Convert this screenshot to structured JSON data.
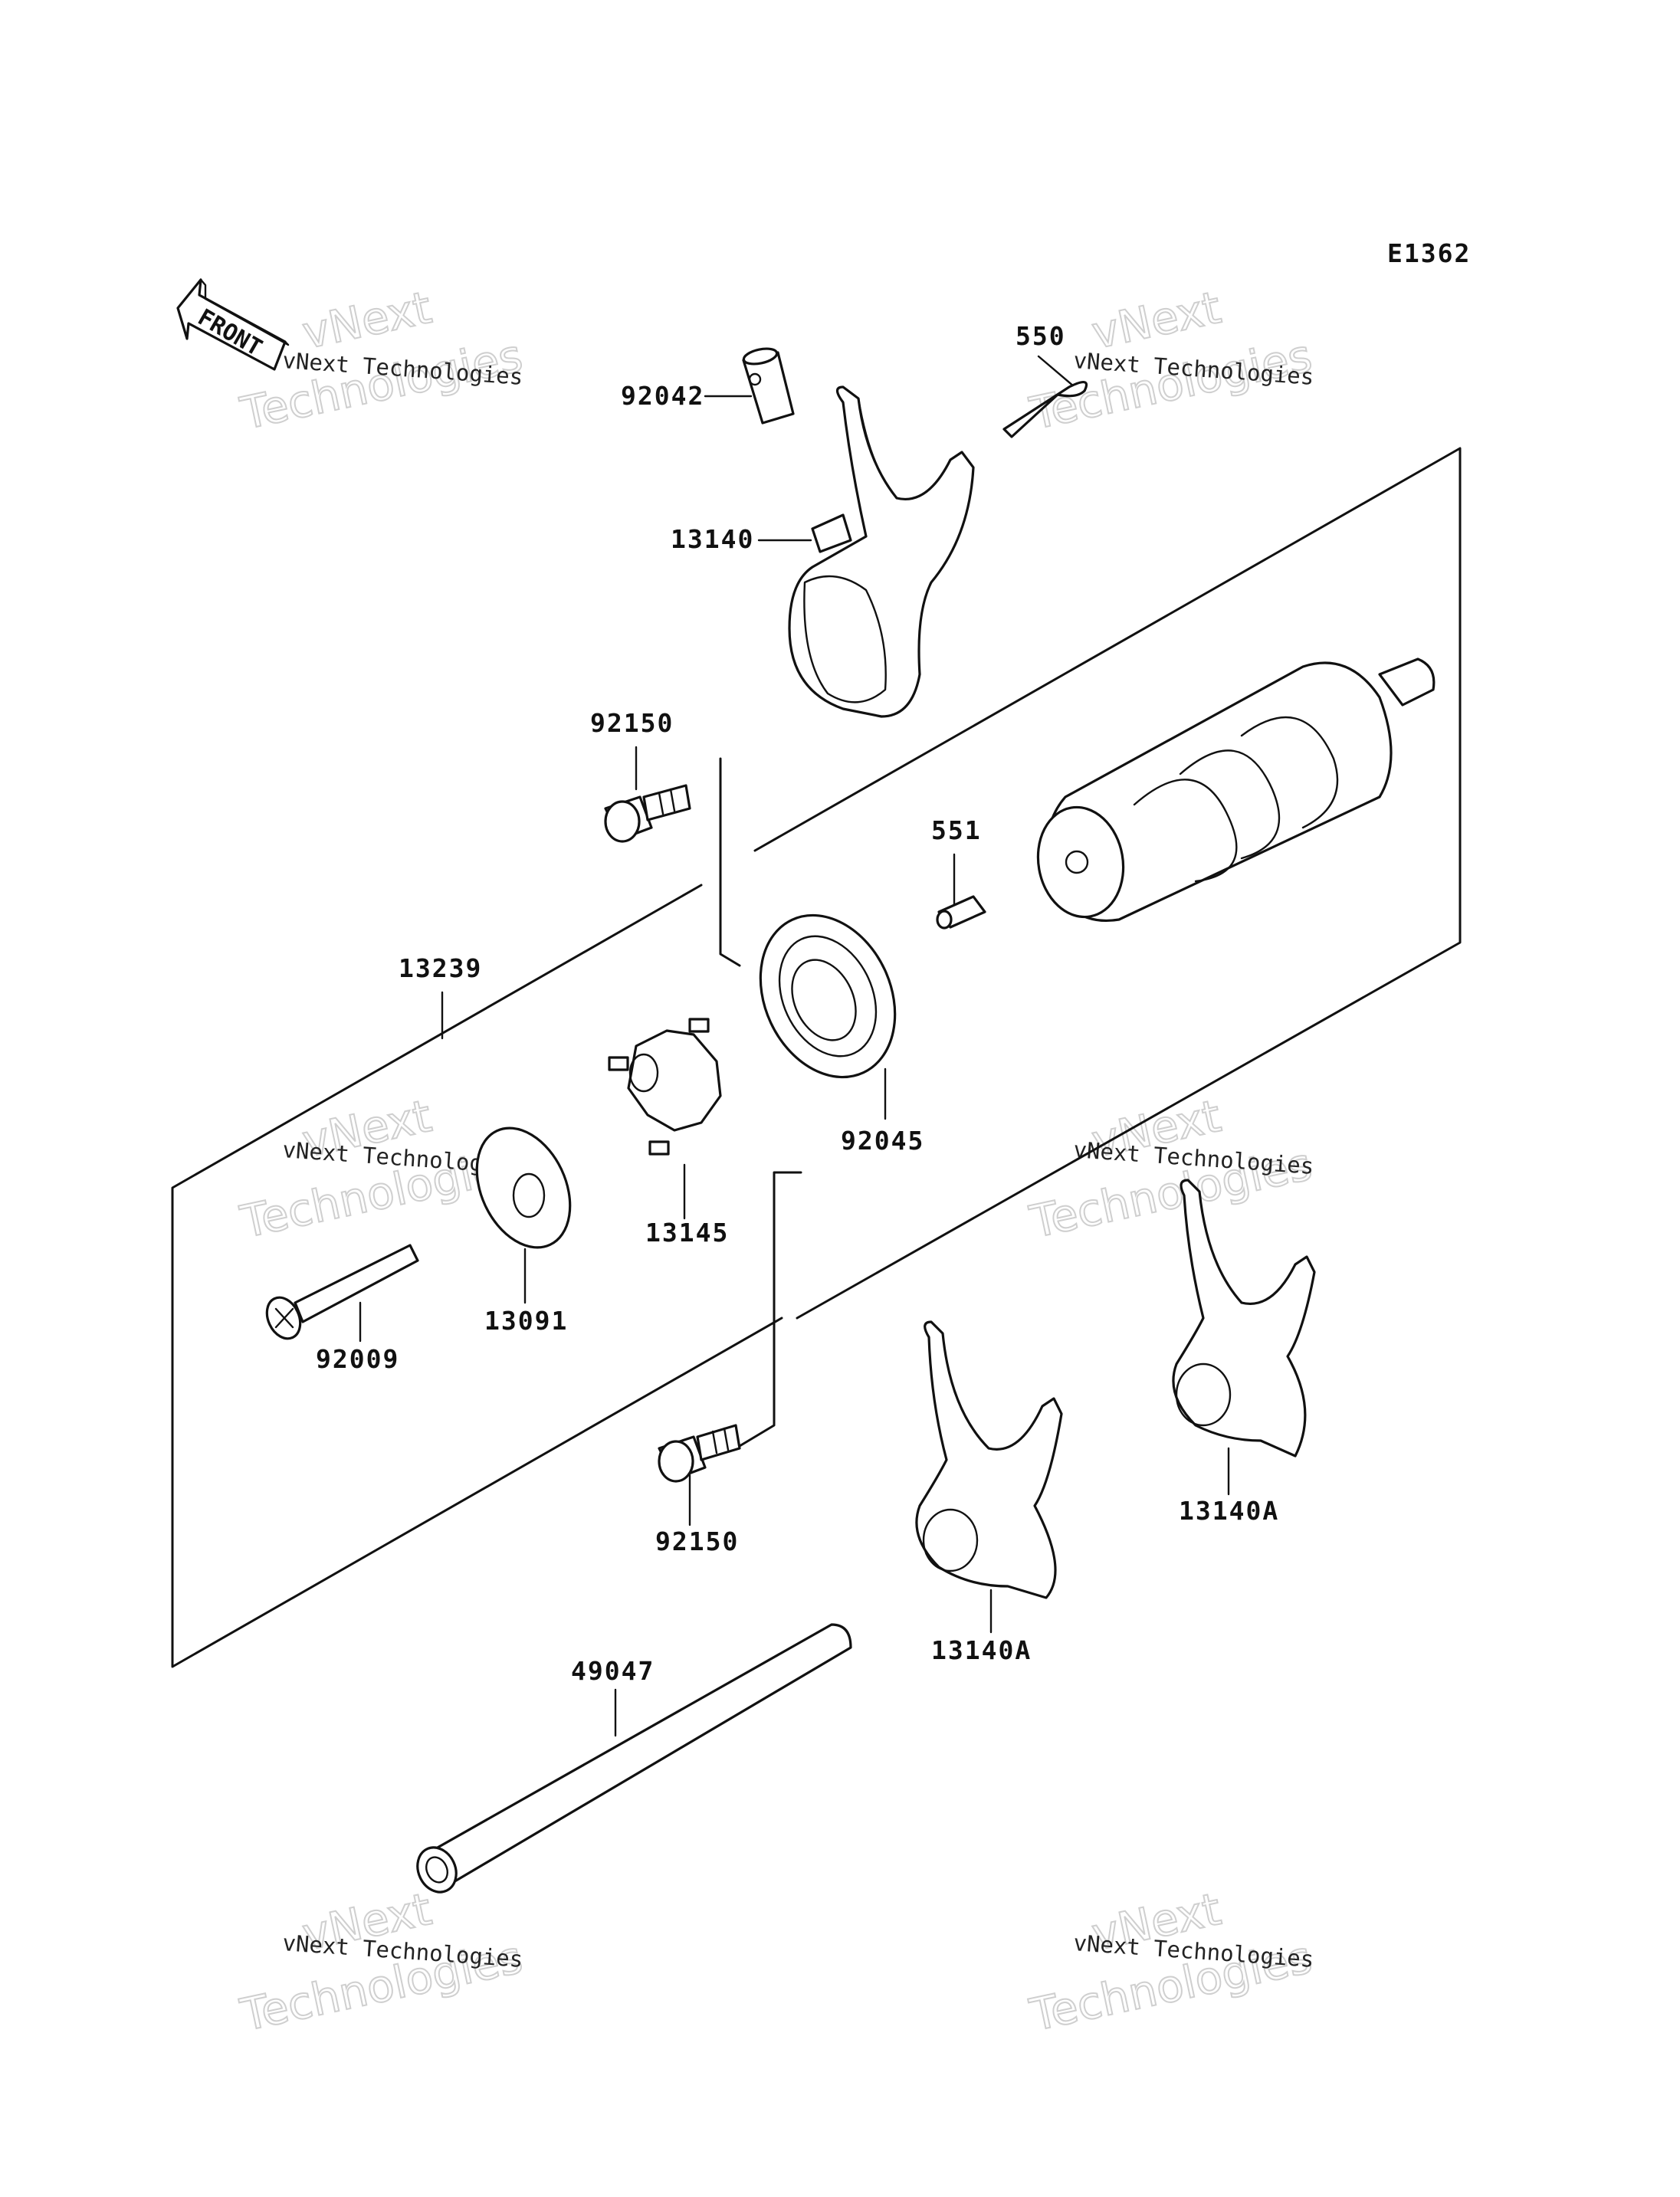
{
  "diagram_id": "E1362",
  "front_marker": "FRONT",
  "watermark": {
    "line1": "vNext",
    "line2": "vNext Technologies",
    "line3": "Technologies"
  },
  "parts": {
    "p92042": "92042",
    "p550": "550",
    "p13140": "13140",
    "p92150_top": "92150",
    "p551": "551",
    "p13239": "13239",
    "p92045": "92045",
    "p13145": "13145",
    "p13091": "13091",
    "p92009": "92009",
    "p92150_bottom": "92150",
    "p13140A_right": "13140A",
    "p13140A_left": "13140A",
    "p49047": "49047"
  }
}
